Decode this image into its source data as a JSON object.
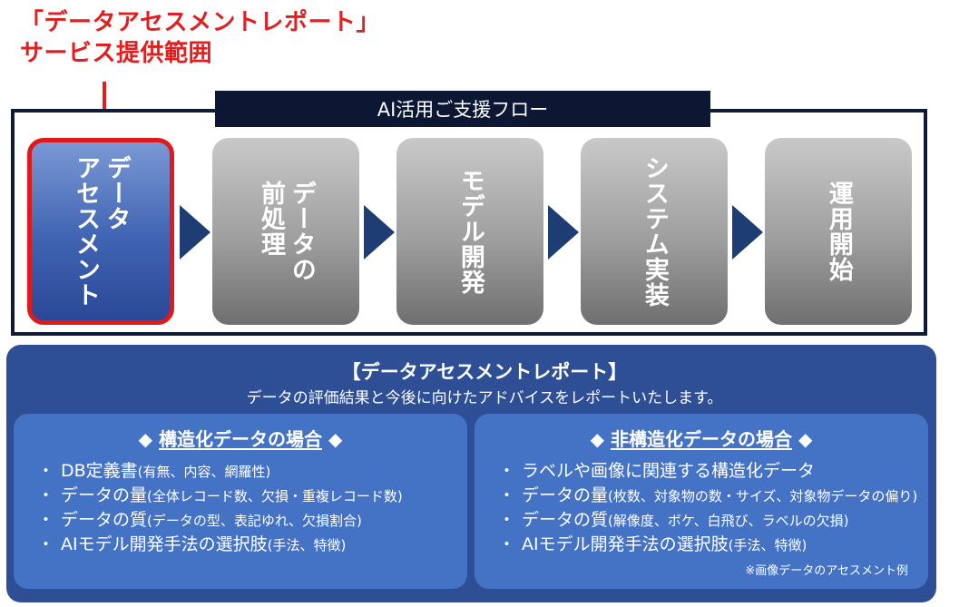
{
  "scope_label": {
    "line1": "「データアセスメントレポート」",
    "line2": "サービス提供範囲"
  },
  "flow": {
    "header": "AI活用ご支援フロー",
    "steps": [
      {
        "label": "データ\nアセスメント",
        "highlighted": true
      },
      {
        "label": "データの\n前処理",
        "highlighted": false
      },
      {
        "label": "モデル開発",
        "highlighted": false
      },
      {
        "label": "システム実装",
        "highlighted": false
      },
      {
        "label": "運用開始",
        "highlighted": false
      }
    ]
  },
  "report": {
    "title": "【データアセスメントレポート】",
    "subtitle": "データの評価結果と今後に向けたアドバイスをレポートいたします。",
    "structured": {
      "title_prefix": "◆",
      "title": "構造化データの場合",
      "title_suffix": "◆",
      "items": [
        {
          "main": "DB定義書",
          "detail": "(有無、内容、網羅性)"
        },
        {
          "main": "データの量",
          "detail": "(全体レコード数、欠損・重複レコード数)"
        },
        {
          "main": "データの質",
          "detail": "(データの型、表記ゆれ、欠損割合)"
        },
        {
          "main": "AIモデル開発手法の選択肢",
          "detail": "(手法、特徴)"
        }
      ]
    },
    "unstructured": {
      "title_prefix": "◆",
      "title": "非構造化データの場合",
      "title_suffix": "◆",
      "items": [
        {
          "main": "ラベルや画像に関連する構造化データ",
          "detail": ""
        },
        {
          "main": "データの量",
          "detail": "(枚数、対象物の数・サイズ、対象物データの偏り)"
        },
        {
          "main": "データの質",
          "detail": "(解像度、ボケ、白飛び、ラベルの欠損)"
        },
        {
          "main": "AIモデル開発手法の選択肢",
          "detail": "(手法、特徴)"
        }
      ],
      "note": "※画像データのアセスメント例"
    },
    "bullet": "・"
  },
  "colors": {
    "scope_red": "#e02020",
    "header_navy": "#0b1733",
    "panel_blue": "#2e4f96",
    "box_blue": "#4472c4",
    "arrow_navy": "#1e3d74"
  }
}
